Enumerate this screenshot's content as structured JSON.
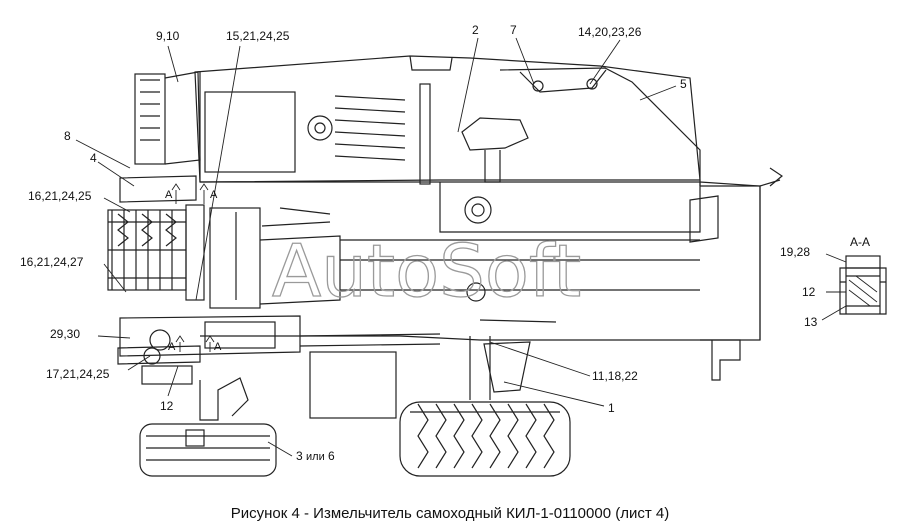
{
  "callouts": {
    "c_9_10": "9,10",
    "c_15_21_24_25": "15,21,24,25",
    "c_2": "2",
    "c_7": "7",
    "c_14_20_23_26": "14,20,23,26",
    "c_5": "5",
    "c_8": "8",
    "c_4": "4",
    "c_16_21_24_25": "16,21,24,25",
    "c_16_21_24_27": "16,21,24,27",
    "c_29_30": "29,30",
    "c_17_21_24_25": "17,21,24,25",
    "c_12": "12",
    "c_3_or_6_num": "3",
    "c_3_or_6_word": "или",
    "c_3_or_6_num2": "6",
    "c_11_18_22": "11,18,22",
    "c_1": "1",
    "sec_a_1": "A",
    "sec_a_2": "A",
    "sec_a_3": "A",
    "sec_a_4": "A"
  },
  "section_view": {
    "title": "А-А",
    "label_19_28": "19,28",
    "label_12": "12",
    "label_13": "13"
  },
  "watermark": "AutoSoft",
  "caption": "Рисунок 4 - Измельчитель самоходный КИЛ-1-0110000 (лист 4)"
}
